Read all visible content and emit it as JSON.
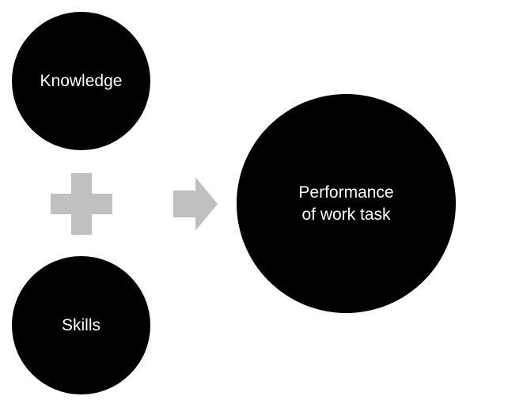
{
  "nodes": {
    "knowledge": "Knowledge",
    "skills": "Skills",
    "performance_line1": "Performance",
    "performance_line2": "of work task"
  },
  "colors": {
    "circle": "#000000",
    "symbol": "#c0c0c0"
  }
}
